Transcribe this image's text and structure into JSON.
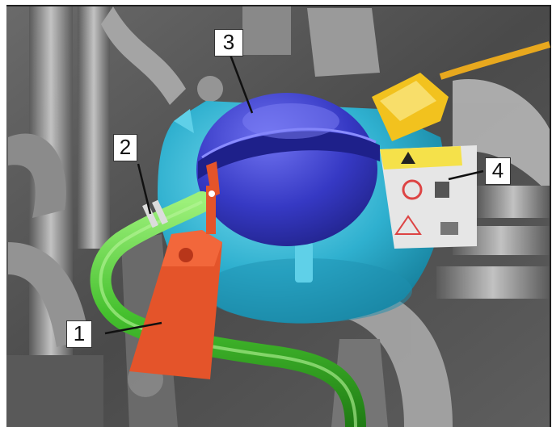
{
  "callouts": [
    {
      "label": "1"
    },
    {
      "label": "2"
    },
    {
      "label": "3"
    },
    {
      "label": "4"
    }
  ],
  "colors": {
    "reservoir_body": "#37b8d4",
    "cap": "#3c3fc8",
    "hose": "#4ec83a",
    "tag": "#e4542a",
    "connector": "#f2c21e",
    "wire": "#e8a81e",
    "engine_gray": "#9a9a9a",
    "background_dark": "#3a3a3a"
  },
  "icons": [
    "warning-icon",
    "hot-surface-icon",
    "read-manual-icon"
  ]
}
